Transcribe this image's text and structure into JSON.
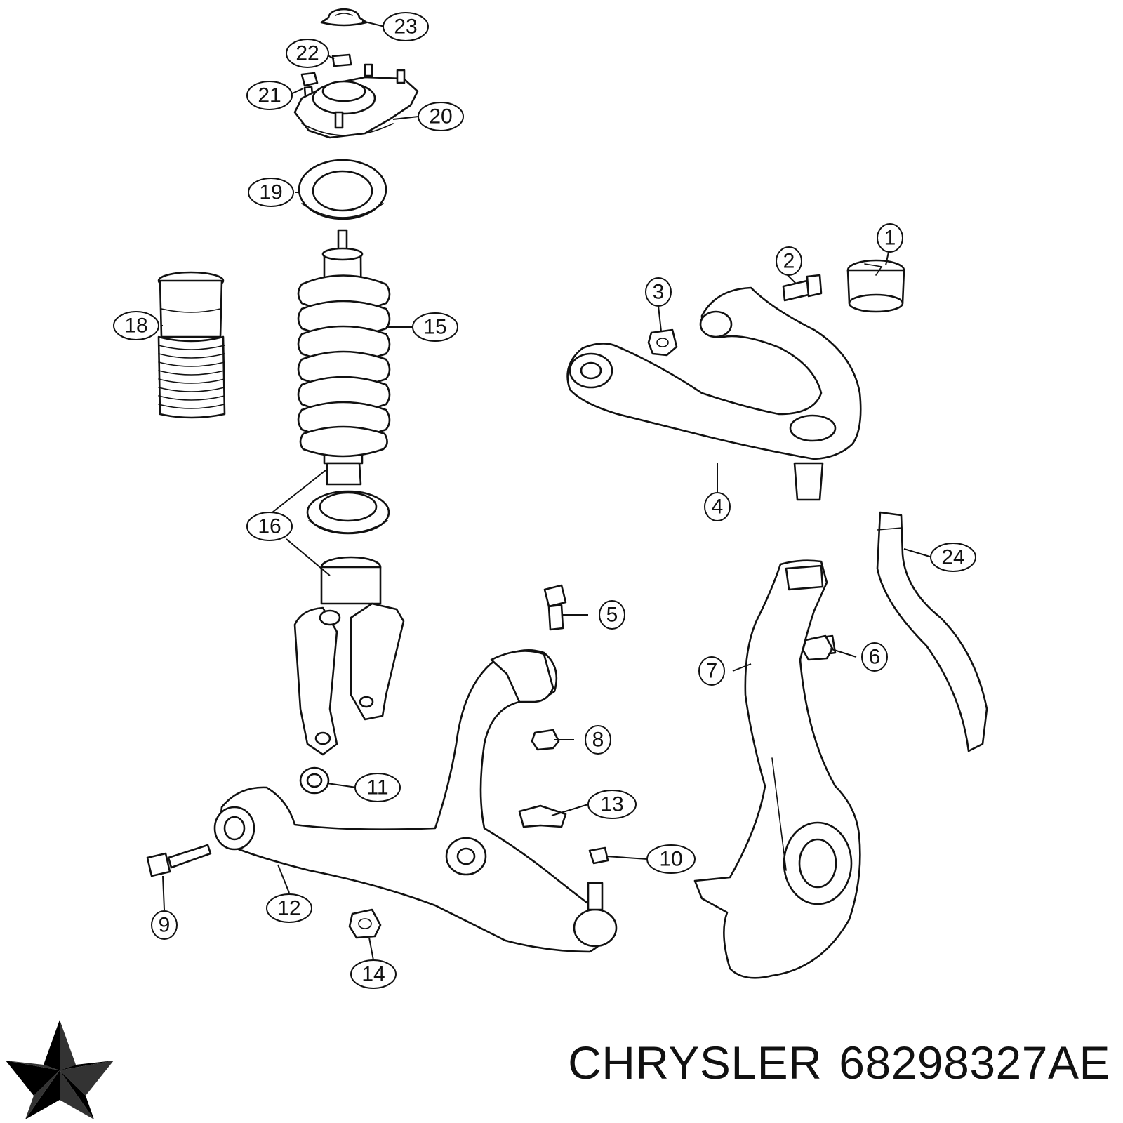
{
  "brand": "CHRYSLER",
  "part_number": "68298327AE",
  "logo_icon": "chrysler-pentastar-icon",
  "callouts": [
    {
      "id": "c1",
      "label": "1"
    },
    {
      "id": "c2",
      "label": "2"
    },
    {
      "id": "c3",
      "label": "3"
    },
    {
      "id": "c4",
      "label": "4"
    },
    {
      "id": "c5",
      "label": "5"
    },
    {
      "id": "c6",
      "label": "6"
    },
    {
      "id": "c7",
      "label": "7"
    },
    {
      "id": "c8",
      "label": "8"
    },
    {
      "id": "c9",
      "label": "9"
    },
    {
      "id": "c10",
      "label": "10"
    },
    {
      "id": "c11",
      "label": "11"
    },
    {
      "id": "c12",
      "label": "12"
    },
    {
      "id": "c13",
      "label": "13"
    },
    {
      "id": "c14",
      "label": "14"
    },
    {
      "id": "c15",
      "label": "15"
    },
    {
      "id": "c16",
      "label": "16"
    },
    {
      "id": "c18",
      "label": "18"
    },
    {
      "id": "c19",
      "label": "19"
    },
    {
      "id": "c20",
      "label": "20"
    },
    {
      "id": "c21",
      "label": "21"
    },
    {
      "id": "c22",
      "label": "22"
    },
    {
      "id": "c23",
      "label": "23"
    },
    {
      "id": "c24",
      "label": "24"
    }
  ]
}
